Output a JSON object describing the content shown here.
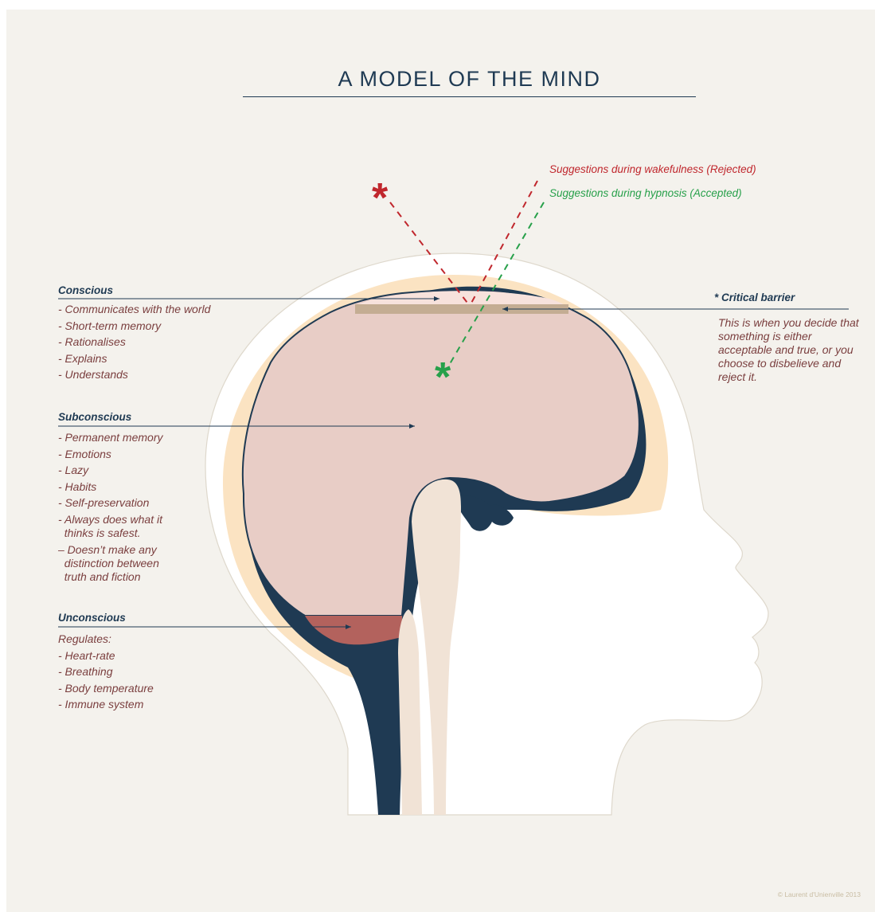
{
  "title": "A MODEL OF THE MIND",
  "colors": {
    "background": "#f4f2ed",
    "navy": "#1f3a53",
    "skin": "#fbe3c2",
    "brain": "#e8cdc6",
    "barrier": "#c4ad93",
    "unconscious_zone": "#b3625d",
    "spine": "#f1e3d6",
    "rejected": "#c0272d",
    "accepted": "#27a04a",
    "body_text": "#7a3e3e"
  },
  "legend": {
    "rejected": "Suggestions during wakefulness (Rejected)",
    "accepted": "Suggestions during hypnosis (Accepted)"
  },
  "conscious": {
    "heading": "Conscious",
    "items": [
      "- Communicates with the world",
      "- Short-term memory",
      "- Rationalises",
      "- Explains",
      "- Understands"
    ]
  },
  "subconscious": {
    "heading": "Subconscious",
    "items": [
      "- Permanent memory",
      "- Emotions",
      "- Lazy",
      "- Habits",
      "- Self-preservation",
      "- Always does what it",
      "  thinks is safest.",
      "– Doesn’t make any",
      "  distinction between",
      "  truth and fiction"
    ]
  },
  "unconscious": {
    "heading": "Unconscious",
    "items": [
      "Regulates:",
      "- Heart-rate",
      "- Breathing",
      "- Body temperature",
      "- Immune system"
    ]
  },
  "critical_barrier": {
    "heading": "* Critical barrier",
    "description": "This is when you decide that something is either acceptable and true, or you choose to disbelieve and reject it."
  },
  "copyright": "© Laurent d'Unienville 2013"
}
